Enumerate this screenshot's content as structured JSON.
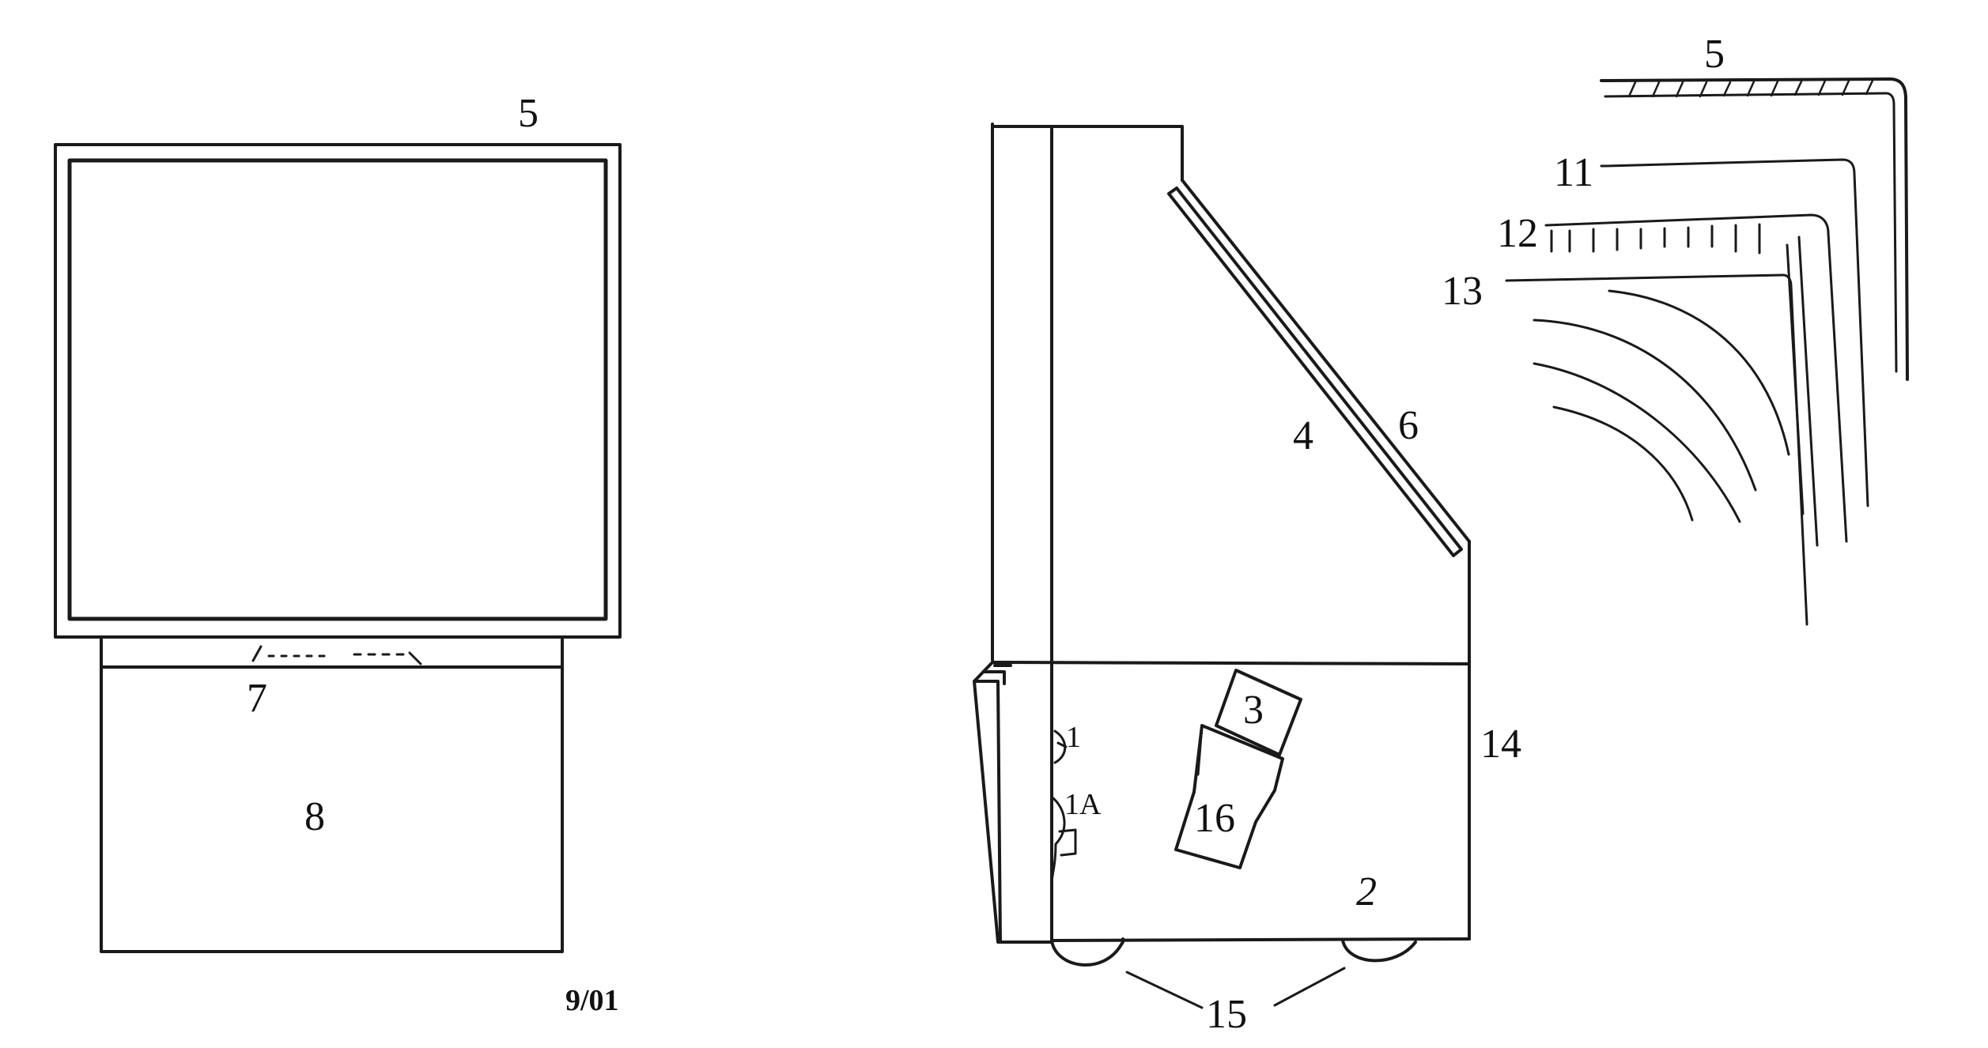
{
  "labels": {
    "front_view": {
      "cabinet_top": "5",
      "control_strip": "7",
      "base": "8"
    },
    "side_view": {
      "item_1": "1",
      "item_1a": "1A",
      "item_2": "2",
      "item_3": "3",
      "item_4": "4",
      "item_6": "6",
      "item_14": "14",
      "item_15": "15",
      "item_16": "16"
    },
    "layer_detail": {
      "item_5": "5",
      "item_11": "11",
      "item_12": "12",
      "item_13": "13"
    }
  },
  "sheet_number": "9/01",
  "colors": {
    "ink": "#1a1a1a",
    "paper": "#ffffff"
  }
}
